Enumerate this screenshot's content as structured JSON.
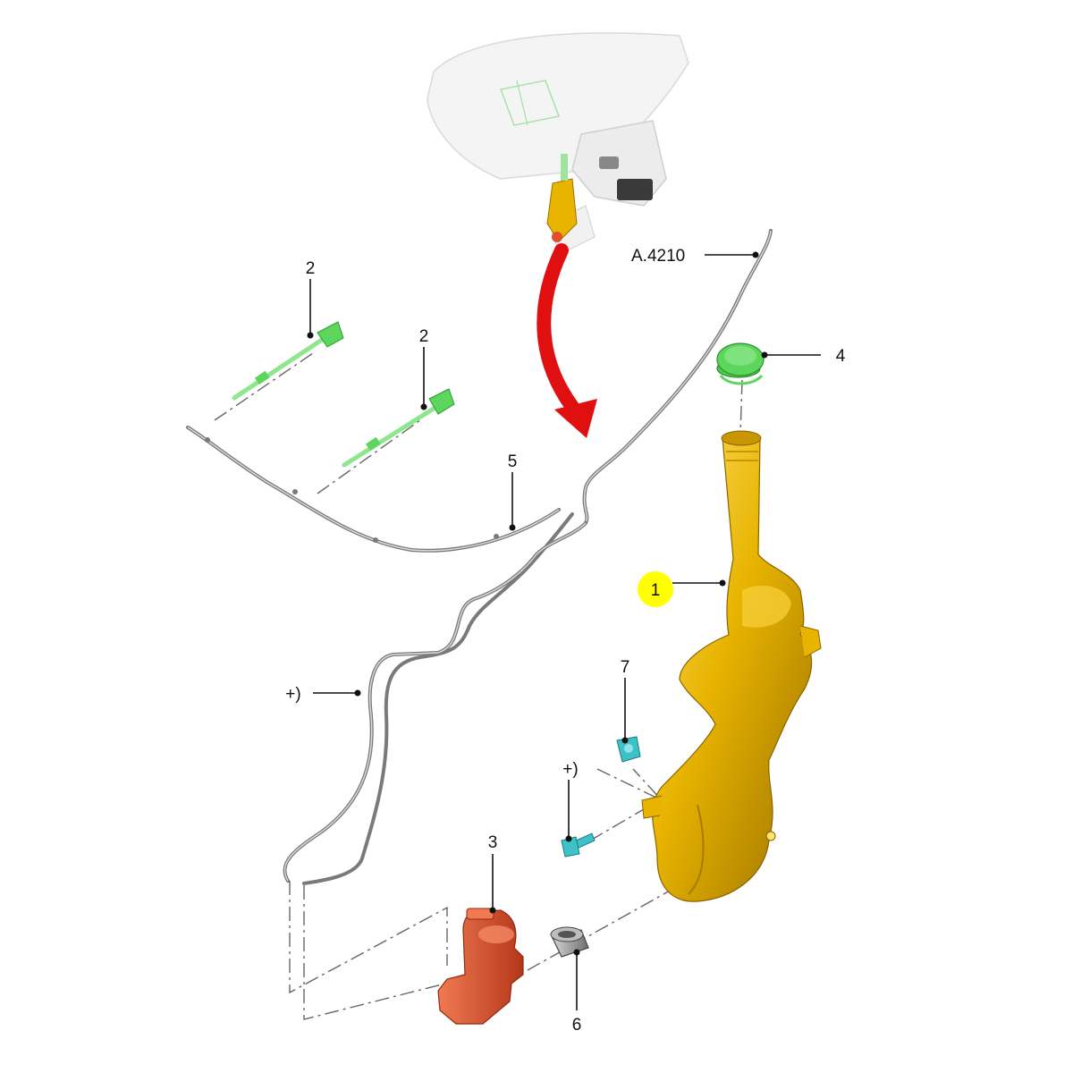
{
  "callouts": {
    "ref": "A.4210",
    "c1": "1",
    "c2a": "2",
    "c2b": "2",
    "c3": "3",
    "c4": "4",
    "c5": "5",
    "c6": "6",
    "c7": "7",
    "plus_hose": "+)",
    "plus_bolt": "+)"
  },
  "colors": {
    "reservoir": "#e8b400",
    "cap": "#5cd65c",
    "nozzle": "#8ee68e",
    "pump": "#e0502a",
    "bolt": "#3fc1c9",
    "arrow": "#e01010",
    "highlight": "#ffff00"
  }
}
